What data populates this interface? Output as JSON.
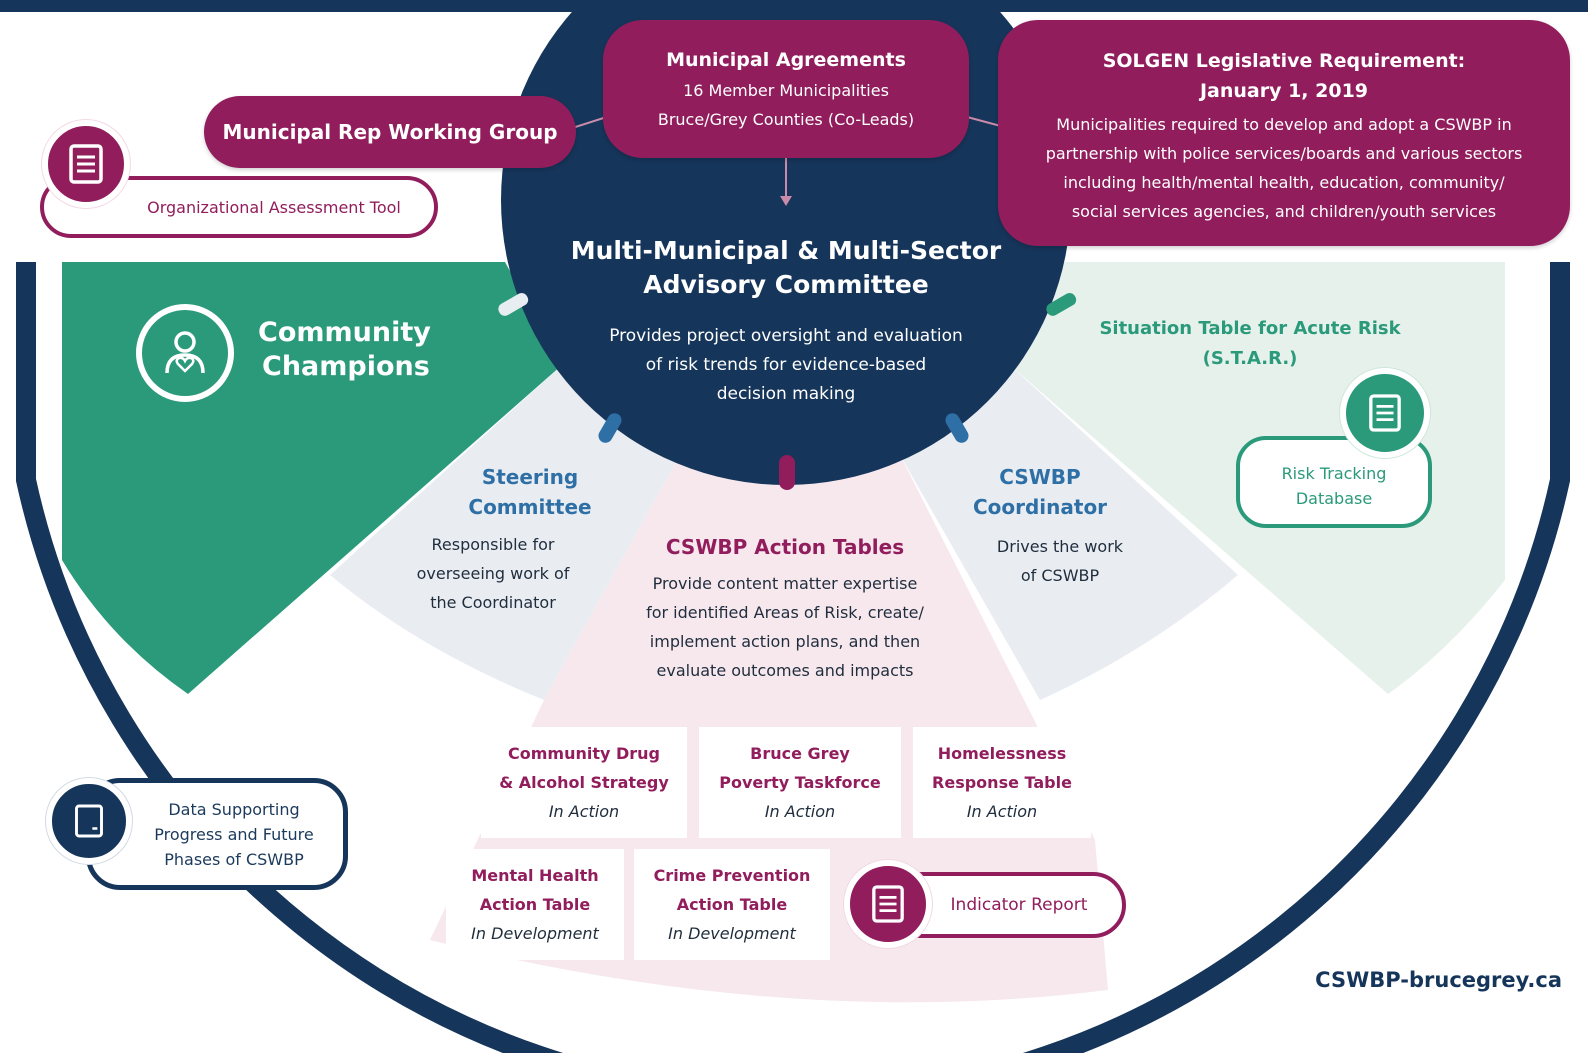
{
  "colors": {
    "navy": "#16355a",
    "plum": "#911d5c",
    "teal": "#2a9a7a",
    "light_teal": "#e6f1ec",
    "light_gray": "#e9edf2",
    "light_pink": "#f7e7ee"
  },
  "top": {
    "municipal_agreements": {
      "title": "Municipal Agreements",
      "line1": "16 Member Municipalities",
      "line2": "Bruce/Grey Counties (Co-Leads)"
    },
    "municipal_rep": "Municipal Rep Working Group",
    "solgen": {
      "title1": "SOLGEN Legislative Requirement:",
      "title2": "January 1, 2019",
      "body": [
        "Municipalities required to develop and adopt a CSWBP in",
        "partnership with police services/boards and various sectors",
        "including health/mental health, education, community/",
        "social services agencies, and children/youth services"
      ]
    },
    "org_tool": "Organizational Assessment Tool"
  },
  "center": {
    "title1": "Multi-Municipal & Multi-Sector",
    "title2": "Advisory Committee",
    "desc": [
      "Provides project oversight and evaluation",
      "of risk trends for evidence-based",
      "decision making"
    ]
  },
  "segments": {
    "champions": {
      "line1": "Community",
      "line2": "Champions"
    },
    "steering": {
      "title1": "Steering",
      "title2": "Committee",
      "desc": [
        "Responsible for",
        "overseeing work of",
        "the Coordinator"
      ]
    },
    "action": {
      "title": "CSWBP Action Tables",
      "desc": [
        "Provide content matter expertise",
        "for identified Areas of Risk, create/",
        "implement action plans, and then",
        "evaluate outcomes and impacts"
      ]
    },
    "coordinator": {
      "title1": "CSWBP",
      "title2": "Coordinator",
      "desc": [
        "Drives the work",
        "of CSWBP"
      ]
    },
    "star": {
      "title1": "Situation Table for Acute Risk",
      "title2": "(S.T.A.R.)"
    },
    "risk_db": {
      "line1": "Risk Tracking",
      "line2": "Database"
    }
  },
  "tables": [
    {
      "t1": "Community Drug",
      "t2": "& Alcohol Strategy",
      "status": "In Action"
    },
    {
      "t1": "Bruce Grey",
      "t2": "Poverty Taskforce",
      "status": "In Action"
    },
    {
      "t1": "Homelessness",
      "t2": "Response Table",
      "status": "In Action"
    },
    {
      "t1": "Mental Health",
      "t2": "Action Table",
      "status": "In Development"
    },
    {
      "t1": "Crime Prevention",
      "t2": "Action Table",
      "status": "In Development"
    }
  ],
  "indicator_report": "Indicator Report",
  "data_supporting": {
    "line1": "Data Supporting",
    "line2": "Progress and Future",
    "line3": "Phases of CSWBP"
  },
  "website": "CSWBP-brucegrey.ca",
  "icons": [
    "document-icon",
    "heart-person-icon"
  ]
}
